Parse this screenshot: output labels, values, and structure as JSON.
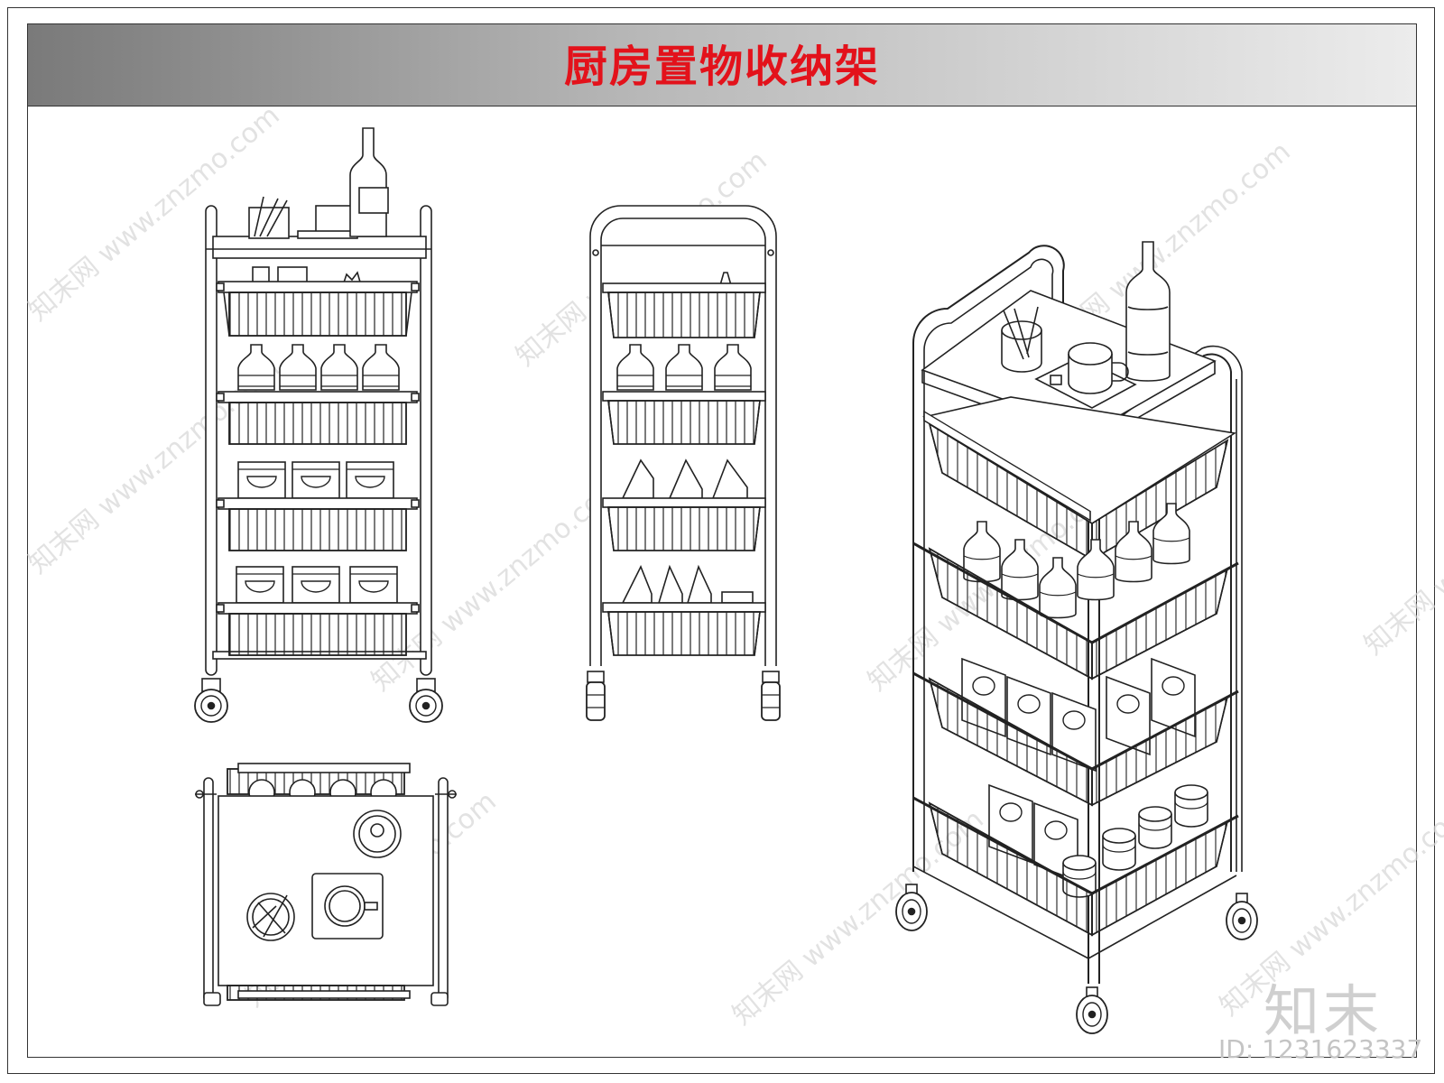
{
  "title": "厨房置物收纳架",
  "watermark": "知末网 www.znzmo.com",
  "brand": {
    "logo_text": "知末",
    "id_text": "ID: 1231623337"
  },
  "colors": {
    "title_text": "#e3121b",
    "title_bar_dark": "#7a7a7a",
    "title_bar_light": "#ececec",
    "line": "#222222"
  },
  "views": [
    {
      "name": "front-view"
    },
    {
      "name": "side-view"
    },
    {
      "name": "top-view"
    },
    {
      "name": "isometric-view"
    }
  ]
}
